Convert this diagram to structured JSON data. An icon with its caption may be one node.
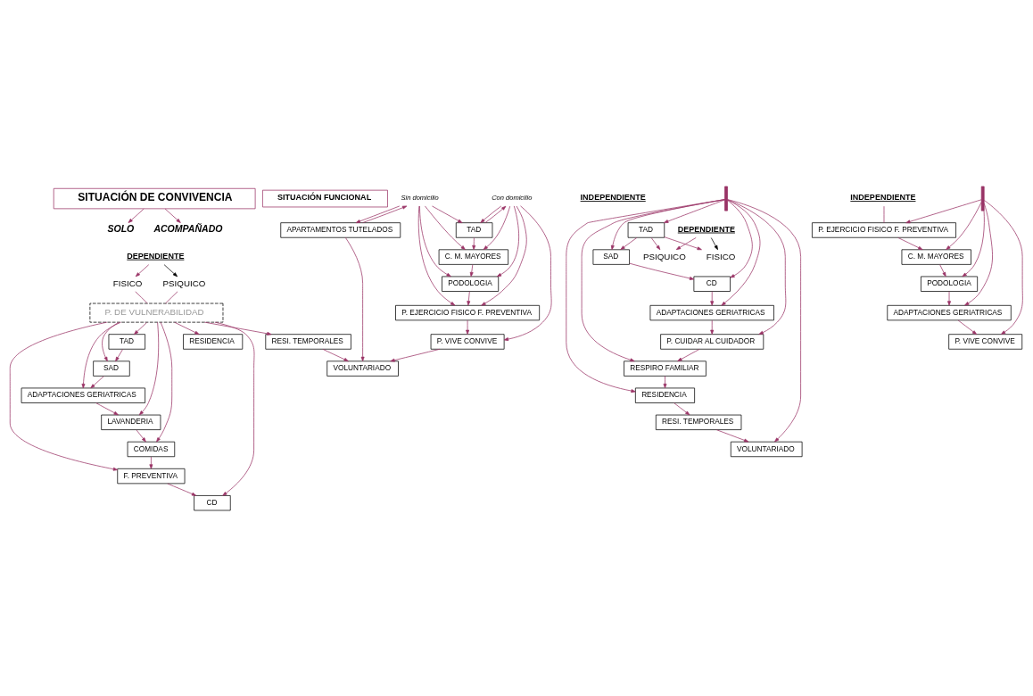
{
  "diagram": {
    "nodes": [
      {
        "text": [
          "SITUACIÓN DE CONVIVENCIA"
        ]
      },
      {
        "text": [
          "SOLO"
        ]
      },
      {
        "text": [
          "ACOMPAÑADO"
        ]
      },
      {
        "text": [
          "SITUACIÓN FUNCIONAL"
        ]
      },
      {
        "text": [
          "DEPENDIENTE"
        ]
      },
      {
        "text": [
          "FISICO"
        ]
      },
      {
        "text": [
          "PSIQUICO"
        ]
      },
      {
        "text": [
          "P. DE VULNERABILIDAD"
        ]
      },
      {
        "text": [
          "TAD"
        ]
      },
      {
        "text": [
          "SAD"
        ]
      },
      {
        "text": [
          "ADAPTACIONES GERIATRICAS"
        ]
      },
      {
        "text": [
          "LAVANDERIA"
        ]
      },
      {
        "text": [
          "COMIDAS"
        ]
      },
      {
        "text": [
          "F. PREVENTIVA"
        ]
      },
      {
        "text": [
          "CD"
        ]
      },
      {
        "text": [
          "RESI. TEMPORALES"
        ]
      },
      {
        "text": [
          "RESIDENCIA"
        ]
      },
      {
        "text": [
          "INDEPENDIENTE"
        ]
      },
      {
        "text": [
          "Con domicilio"
        ]
      },
      {
        "text": [
          "Sin domicilio"
        ]
      },
      {
        "text": [
          "TAD"
        ]
      },
      {
        "text": [
          "C. M. MAYORES"
        ]
      },
      {
        "text": [
          "PODOLOGIA"
        ]
      },
      {
        "text": [
          "P. EJERCICIO FISICO F. PREVENTIVA"
        ]
      },
      {
        "text": [
          "P. VIVE CONVIVE"
        ]
      },
      {
        "text": [
          "APARTAMENTOS TUTELADOS"
        ]
      },
      {
        "text": [
          "VOLUNTARIADO"
        ]
      },
      {
        "text": [
          "DEPENDIENTE"
        ]
      },
      {
        "text": [
          "FISICO"
        ]
      },
      {
        "text": [
          "PSIQUICO"
        ]
      },
      {
        "text": [
          "TAD"
        ]
      },
      {
        "text": [
          "SAD"
        ]
      },
      {
        "text": [
          "CD"
        ]
      },
      {
        "text": [
          "ADAPTACIONES GERIATRICAS"
        ]
      },
      {
        "text": [
          "P. CUIDAR AL CUIDADOR"
        ]
      },
      {
        "text": [
          "RESPIRO FAMILIAR"
        ]
      },
      {
        "text": [
          "RESIDENCIA"
        ]
      },
      {
        "text": [
          "RESI. TEMPORALES"
        ]
      },
      {
        "text": [
          "VOLUNTARIADO"
        ]
      },
      {
        "text": [
          "INDEPENDIENTE"
        ]
      },
      {
        "text": [
          "P. EJERCICIO FISICO F. PREVENTIVA"
        ]
      },
      {
        "text": [
          "C. M. MAYORES"
        ]
      },
      {
        "text": [
          "PODOLOGIA"
        ]
      },
      {
        "text": [
          "ADAPTACIONES GERIATRICAS"
        ]
      },
      {
        "text": [
          "P. VIVE CONVIVE"
        ]
      },
      {
        "text": [],
        "shape": "bar"
      },
      {
        "text": [],
        "shape": "bar"
      }
    ],
    "edges": [
      {
        "from": 0,
        "to": 1,
        "arrow": "to"
      },
      {
        "from": 0,
        "to": 2,
        "arrow": "to"
      },
      {
        "from": 4,
        "to": 5,
        "arrow": "to"
      },
      {
        "from": 4,
        "to": 6,
        "arrow": "to",
        "color": "#000000"
      },
      {
        "from": 5,
        "to": 7,
        "arrow": "none"
      },
      {
        "from": 6,
        "to": 7,
        "arrow": "none"
      },
      {
        "from": 7,
        "to": 16,
        "arrow": "to"
      },
      {
        "from": 7,
        "to": 8,
        "arrow": "to"
      },
      {
        "from": 7,
        "to": 9,
        "arrow": "to"
      },
      {
        "from": 7,
        "to": 10,
        "arrow": "to"
      },
      {
        "from": 7,
        "to": 11,
        "arrow": "to"
      },
      {
        "from": 7,
        "to": 12,
        "arrow": "to"
      },
      {
        "from": 7,
        "to": 13,
        "arrow": "to"
      },
      {
        "from": 7,
        "to": 14,
        "arrow": "to"
      },
      {
        "from": 7,
        "to": 15,
        "arrow": "to"
      },
      {
        "from": 8,
        "to": 9,
        "arrow": "to"
      },
      {
        "from": 9,
        "to": 10,
        "arrow": "to"
      },
      {
        "from": 10,
        "to": 11,
        "arrow": "to"
      },
      {
        "from": 11,
        "to": 12,
        "arrow": "to"
      },
      {
        "from": 12,
        "to": 13,
        "arrow": "to"
      },
      {
        "from": 13,
        "to": 14,
        "arrow": "to"
      },
      {
        "from": 15,
        "to": 26,
        "arrow": "to"
      },
      {
        "from": 20,
        "to": 18,
        "arrow": "to"
      },
      {
        "from": 18,
        "to": 20,
        "arrow": "to"
      },
      {
        "from": 18,
        "to": 21,
        "arrow": "to"
      },
      {
        "from": 18,
        "to": 22,
        "arrow": "to"
      },
      {
        "from": 18,
        "to": 23,
        "arrow": "to"
      },
      {
        "from": 18,
        "to": 24,
        "arrow": "to"
      },
      {
        "from": 25,
        "to": 19,
        "arrow": "to"
      },
      {
        "from": 19,
        "to": 20,
        "arrow": "to"
      },
      {
        "from": 19,
        "to": 21,
        "arrow": "to"
      },
      {
        "from": 19,
        "to": 22,
        "arrow": "to"
      },
      {
        "from": 19,
        "to": 23,
        "arrow": "to"
      },
      {
        "from": 19,
        "to": 25,
        "arrow": "to"
      },
      {
        "from": 20,
        "to": 21,
        "arrow": "to"
      },
      {
        "from": 21,
        "to": 22,
        "arrow": "to"
      },
      {
        "from": 22,
        "to": 23,
        "arrow": "to"
      },
      {
        "from": 23,
        "to": 24,
        "arrow": "to"
      },
      {
        "from": 24,
        "to": 26,
        "arrow": "to"
      },
      {
        "from": 25,
        "to": 26,
        "arrow": "to"
      },
      {
        "from": 27,
        "to": 28,
        "arrow": "to",
        "color": "#000000"
      },
      {
        "from": 27,
        "to": 29,
        "arrow": "to"
      },
      {
        "from": 30,
        "to": 28,
        "arrow": "to"
      },
      {
        "from": 30,
        "to": 29,
        "arrow": "to"
      },
      {
        "from": 45,
        "to": 30,
        "arrow": "to"
      },
      {
        "from": 45,
        "to": 31,
        "arrow": "to"
      },
      {
        "from": 45,
        "to": 32,
        "arrow": "to"
      },
      {
        "from": 45,
        "to": 33,
        "arrow": "to"
      },
      {
        "from": 45,
        "to": 34,
        "arrow": "to"
      },
      {
        "from": 45,
        "to": 35,
        "arrow": "to"
      },
      {
        "from": 45,
        "to": 36,
        "arrow": "to"
      },
      {
        "from": 45,
        "to": 38,
        "arrow": "to"
      },
      {
        "from": 30,
        "to": 31,
        "arrow": "to"
      },
      {
        "from": 31,
        "to": 32,
        "arrow": "to"
      },
      {
        "from": 32,
        "to": 33,
        "arrow": "to"
      },
      {
        "from": 33,
        "to": 34,
        "arrow": "to"
      },
      {
        "from": 34,
        "to": 35,
        "arrow": "to"
      },
      {
        "from": 35,
        "to": 36,
        "arrow": "to"
      },
      {
        "from": 36,
        "to": 37,
        "arrow": "to"
      },
      {
        "from": 37,
        "to": 38,
        "arrow": "to"
      },
      {
        "from": 39,
        "to": 40,
        "arrow": "none"
      },
      {
        "from": 40,
        "to": 41,
        "arrow": "to"
      },
      {
        "from": 41,
        "to": 42,
        "arrow": "to"
      },
      {
        "from": 42,
        "to": 43,
        "arrow": "to"
      },
      {
        "from": 43,
        "to": 44,
        "arrow": "to"
      },
      {
        "from": 46,
        "to": 40,
        "arrow": "to"
      },
      {
        "from": 46,
        "to": 41,
        "arrow": "to"
      },
      {
        "from": 46,
        "to": 42,
        "arrow": "to"
      },
      {
        "from": 46,
        "to": 43,
        "arrow": "to"
      },
      {
        "from": 46,
        "to": 44,
        "arrow": "to"
      }
    ]
  }
}
